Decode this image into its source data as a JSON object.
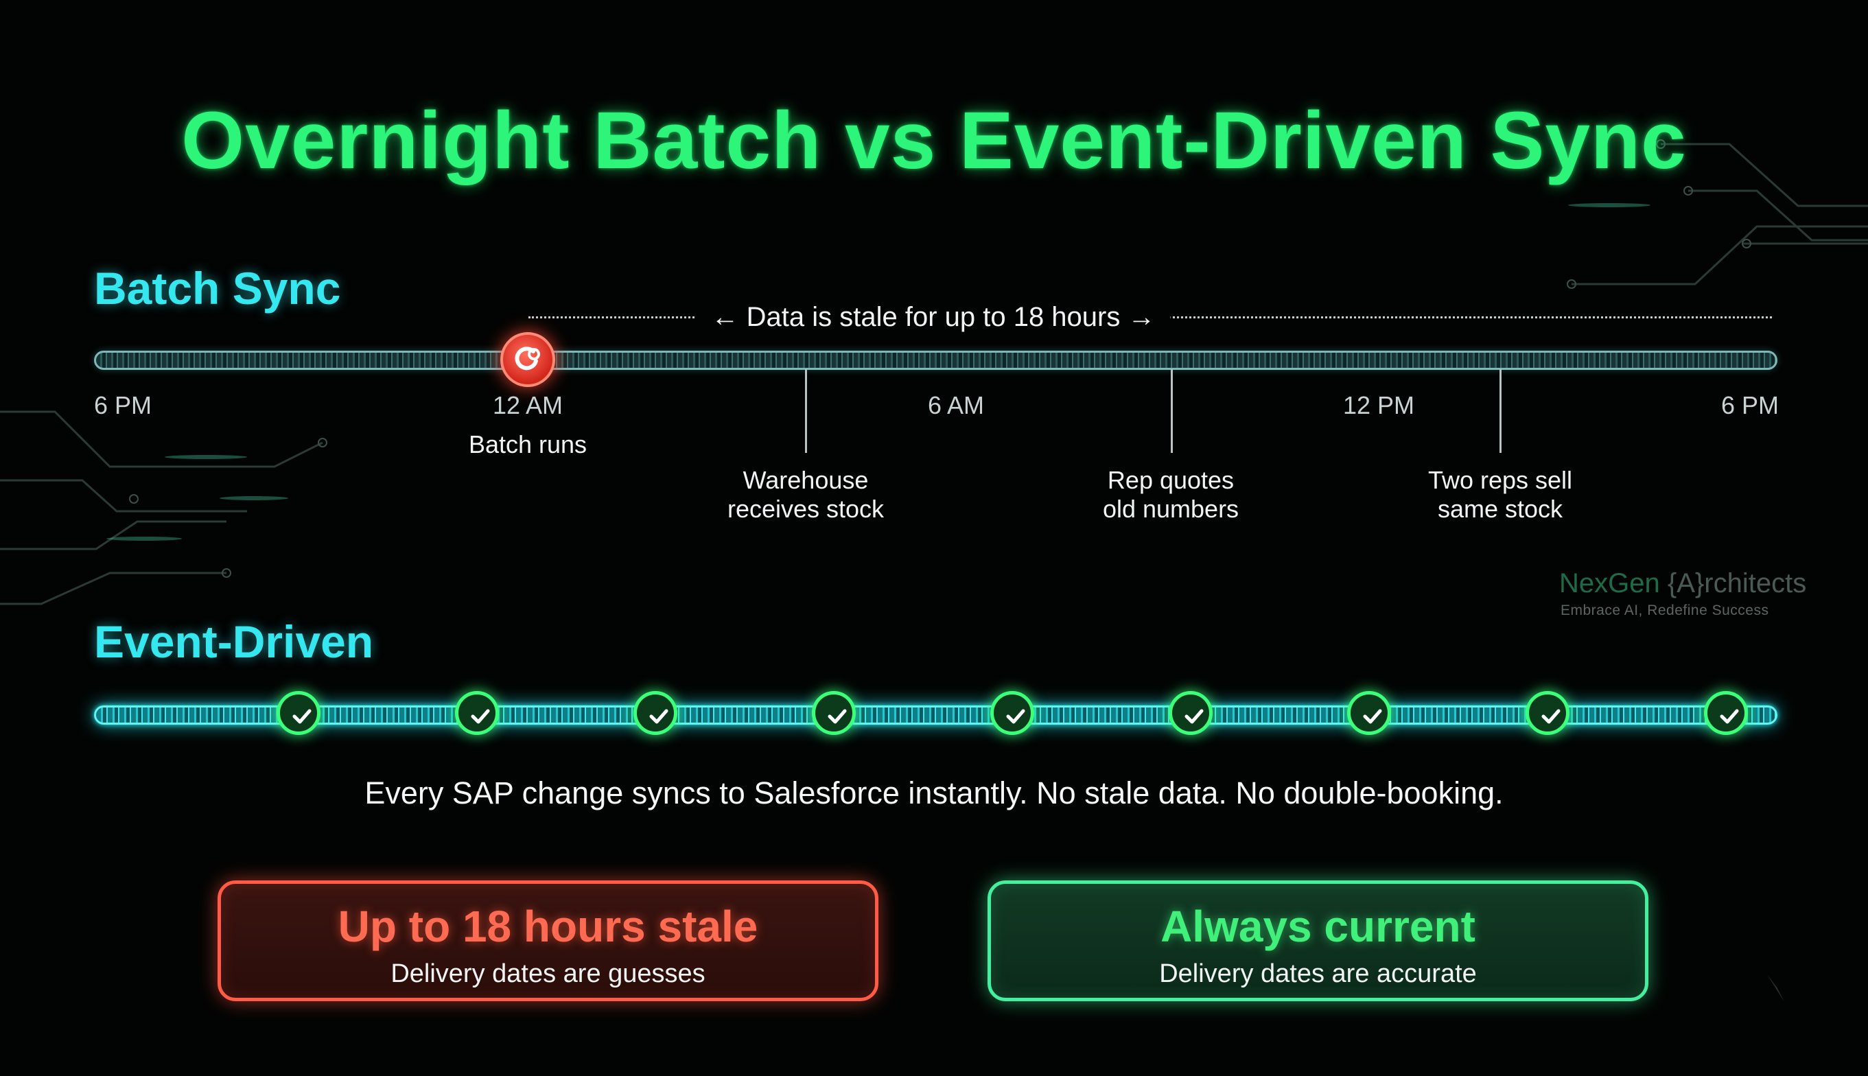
{
  "title": "Overnight Batch vs Event-Driven Sync",
  "batch": {
    "heading": "Batch Sync",
    "stale_note": "← Data is stale for up to 18 hours →",
    "ticks": [
      "6 PM",
      "12 AM",
      "6 AM",
      "12 PM",
      "6 PM"
    ],
    "batch_event": "Batch runs",
    "annotations": [
      {
        "line1": "Warehouse",
        "line2": "receives stock"
      },
      {
        "line1": "Rep quotes",
        "line2": "old numbers"
      },
      {
        "line1": "Two reps sell",
        "line2": "same stock"
      }
    ]
  },
  "event": {
    "heading": "Event-Driven",
    "checkpoint_count": 9,
    "caption": "Every SAP change syncs to Salesforce instantly. No stale data. No double-booking."
  },
  "comparison": {
    "bad": {
      "title": "Up to 18 hours stale",
      "subtitle": "Delivery dates are guesses"
    },
    "good": {
      "title": "Always current",
      "subtitle": "Delivery dates are accurate"
    }
  },
  "logo": {
    "name_part1": "NexGen",
    "name_part2": "{A}rchitects",
    "tagline": "Embrace AI, Redefine Success"
  },
  "colors": {
    "title": "#2df57a",
    "section": "#35e8f0",
    "batch_marker": "#e0302a",
    "checkpoint": "#3cff7a",
    "bad": "#ff5b47",
    "good": "#44f0a0"
  },
  "icons": {
    "batch_marker": "refresh-icon",
    "checkpoint": "check-icon"
  }
}
